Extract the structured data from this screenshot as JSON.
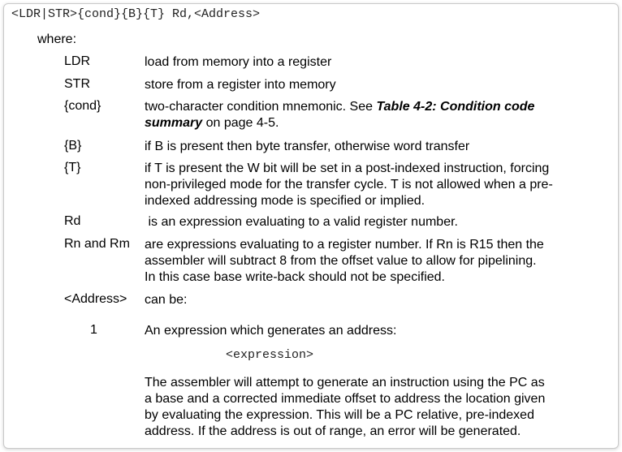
{
  "syntax": "<LDR|STR>{cond}{B}{T} Rd,<Address>",
  "where_label": "where:",
  "definitions": [
    {
      "term": "LDR",
      "lines": [
        "load from memory into a register"
      ]
    },
    {
      "term": "STR",
      "lines": [
        "store from a register into memory"
      ]
    },
    {
      "term": "{cond}",
      "line1_prefix": "two-character condition mnemonic. See ",
      "ref_part1": "Table 4-2: Condition code",
      "ref_part2": "summary",
      "line2_suffix": " on page 4-5."
    },
    {
      "term": "{B}",
      "lines": [
        "if B is present then byte transfer, otherwise word transfer"
      ]
    },
    {
      "term": "{T}",
      "lines": [
        "if T is present the W bit will be set in a post-indexed instruction, forcing",
        "non-privileged mode for the transfer cycle. T is not allowed when a pre-",
        "indexed addressing mode is specified or implied."
      ]
    },
    {
      "term": "Rd",
      "lines": [
        " is an expression evaluating to a valid register number."
      ]
    },
    {
      "term": "Rn and Rm",
      "lines": [
        "are expressions evaluating to a register number. If Rn is R15 then the",
        "assembler will subtract 8 from the offset value to allow for pipelining.",
        "In this case base write-back should not be specified."
      ]
    },
    {
      "term": "<Address>",
      "lines": [
        "can be:"
      ]
    }
  ],
  "item1": {
    "number": "1",
    "text": "An expression which generates an address:",
    "expression": "<expression>",
    "paragraph": [
      "The assembler will attempt to generate an instruction using the PC as",
      "a base and a corrected immediate offset to address the location given",
      "by evaluating the expression. This will be a PC relative, pre-indexed",
      "address. If the address is out of range, an error will be generated."
    ]
  }
}
